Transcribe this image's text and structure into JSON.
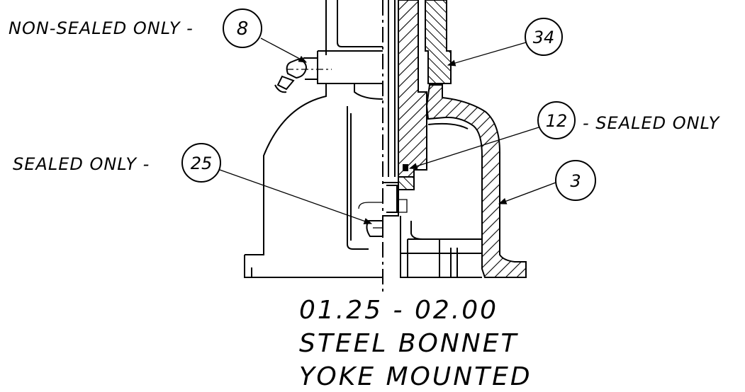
{
  "labels": {
    "non_sealed_only": "NON-SEALED ONLY -",
    "sealed_only_right": "- SEALED ONLY",
    "sealed_only_left": "SEALED ONLY -"
  },
  "callouts": {
    "c8": "8",
    "c34": "34",
    "c12": "12",
    "c3": "3",
    "c25": "25"
  },
  "title": {
    "line1": "01.25 - 02.00",
    "line2": "STEEL BONNET",
    "line3": "YOKE MOUNTED"
  }
}
